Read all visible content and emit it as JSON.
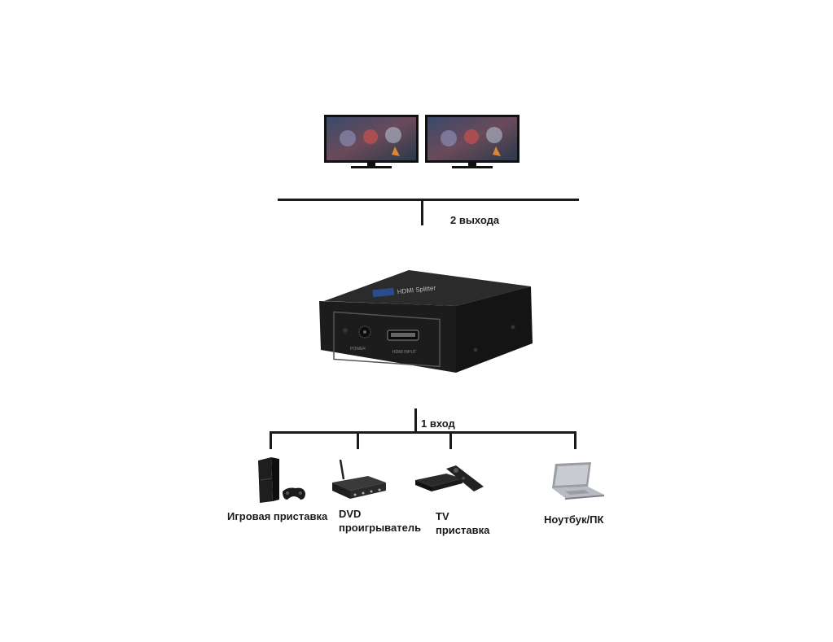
{
  "labels": {
    "outputs": "2 выхода",
    "input": "1 вход"
  },
  "devices": [
    {
      "line1": "Игровая приставка",
      "line2": ""
    },
    {
      "line1": "DVD",
      "line2": "проигрыватель"
    },
    {
      "line1": "TV",
      "line2": "приставка"
    },
    {
      "line1": "Ноутбук/ПК",
      "line2": ""
    }
  ],
  "splitter": {
    "brand_text": "HDMI Splitter",
    "power_label": "POWER",
    "input_label": "HDMI INPUT"
  },
  "colors": {
    "line": "#1a1a1a",
    "device_body": "#222222",
    "accent_blue": "#2a4c8c"
  }
}
